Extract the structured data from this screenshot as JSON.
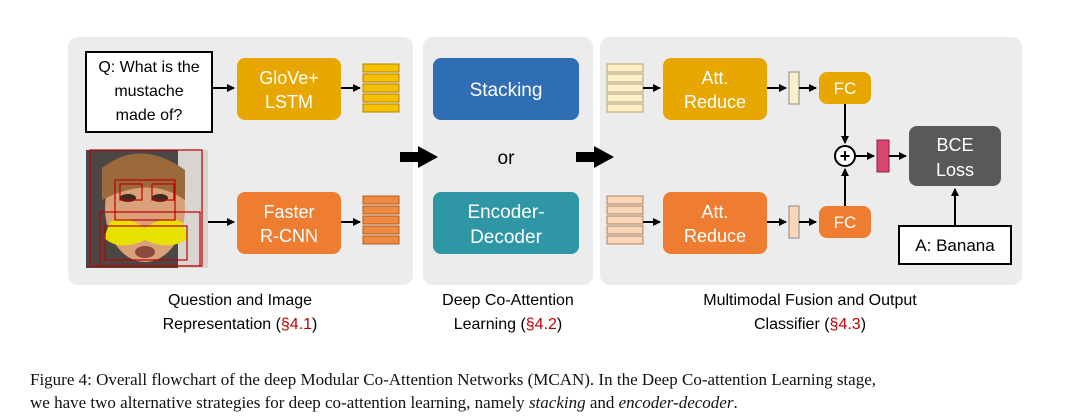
{
  "panels": {
    "representation": {
      "label_line1": "Question and Image",
      "label_line2": "Representation (",
      "label_ref": "§4.1",
      "label_close": ")"
    },
    "coattention": {
      "label_line1": "Deep Co-Attention",
      "label_line2": "Learning (",
      "label_ref": "§4.2",
      "label_close": ")"
    },
    "fusion": {
      "label_line1": "Multimodal Fusion and Output",
      "label_line2": "Classifier (",
      "label_ref": "§4.3",
      "label_close": ")"
    }
  },
  "question": {
    "line1": "Q: What is the",
    "line2": "mustache",
    "line3": "made of?"
  },
  "glove": {
    "line1": "GloVe+",
    "line2": "LSTM"
  },
  "rcnn": {
    "line1": "Faster",
    "line2": "R-CNN"
  },
  "stacking": {
    "label": "Stacking"
  },
  "or_label": "or",
  "encoder_decoder": {
    "line1": "Encoder-",
    "line2": "Decoder"
  },
  "att_reduce_top": {
    "line1": "Att.",
    "line2": "Reduce"
  },
  "att_reduce_bottom": {
    "line1": "Att.",
    "line2": "Reduce"
  },
  "fc_top": {
    "label": "FC"
  },
  "fc_bottom": {
    "label": "FC"
  },
  "plus_symbol": "+",
  "bce_loss": {
    "line1": "BCE",
    "line2": "Loss"
  },
  "answer": {
    "label": "A: Banana"
  },
  "caption": {
    "line1_part1": "Figure 4: Overall flowchart of the deep Modular Co-Attention Networks (MCAN). In the Deep Co-attention Learning stage,",
    "line2_part1": "we have two alternative strategies for deep co-attention learning, namely ",
    "line2_em1": "stacking",
    "line2_part2": " and ",
    "line2_em2": "encoder-decoder",
    "line2_part3": "."
  },
  "colors": {
    "panel": "#ececec",
    "gold": "#e8a700",
    "orange": "#ee7d31",
    "blue": "#2f6eb5",
    "teal": "#2f96a6",
    "gray": "#595959",
    "pink": "#d9456f",
    "ref_red": "#c00000"
  }
}
